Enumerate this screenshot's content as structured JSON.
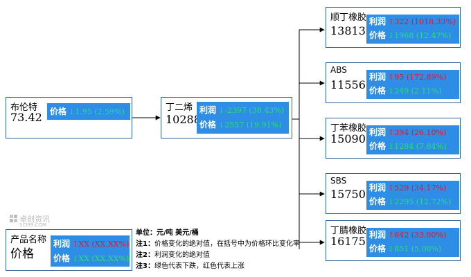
{
  "nodes": {
    "brent": {
      "name": "布伦特",
      "price": "73.42",
      "price_label": "价格",
      "price_change": "↓1.95 (2.59%)"
    },
    "butadiene": {
      "name": "丁二烯",
      "price": "10288",
      "profit_label": "利润",
      "profit_change": "↓-2397 (38.43%)",
      "price_label": "价格",
      "price_change": "↓2557 (19.91%)"
    },
    "br": {
      "name": "顺丁橡胶",
      "price": "13813",
      "profit_label": "利润",
      "profit_change": "↑322 (1018.33%)",
      "price_label": "价格",
      "price_change": "↓1968 (12.47%)"
    },
    "abs": {
      "name": "ABS",
      "price": "11556",
      "profit_label": "利润",
      "profit_change": "↑95 (172.89%)",
      "price_label": "价格",
      "price_change": "↓249 (2.11%)"
    },
    "sbr": {
      "name": "丁苯橡胶",
      "price": "15090",
      "profit_label": "利润",
      "profit_change": "↑394 (26.10%)",
      "price_label": "价格",
      "price_change": "↓1284 (7.84%)"
    },
    "sbs": {
      "name": "SBS",
      "price": "15750",
      "profit_label": "利润",
      "profit_change": "↑529 (34.17%)",
      "price_label": "价格",
      "price_change": "↓2295 (12.72%)"
    },
    "nbr": {
      "name": "丁腈橡胶",
      "price": "16175",
      "profit_label": "利润",
      "profit_change": "↑642 (33.00%)",
      "price_label": "价格",
      "price_change": "↓851 (5.00%)"
    }
  },
  "legend": {
    "name": "产品名称",
    "price": "价格",
    "profit_label": "利润",
    "profit_change": "↑XX (XX.XX%)",
    "price_label": "价格",
    "price_change": "↓XX (XX.XX%)"
  },
  "notes": {
    "unit": "单位：元/吨  美元/桶",
    "note1_tag": "注1：",
    "note1": "价格变化的绝对值，在括号中为价格环比变化率",
    "note2_tag": "注2：",
    "note2": "利润变化的绝对值",
    "note3_tag": "注3：",
    "note3": "绿色代表下跌，红色代表上涨"
  },
  "watermark": {
    "main": "卓创资讯",
    "sub": "SCI99.COM"
  },
  "colors": {
    "panel": "#2e8ee6",
    "border": "#2a5f97",
    "up": "#e3142b",
    "down": "#27e07a",
    "line": "#000000"
  }
}
